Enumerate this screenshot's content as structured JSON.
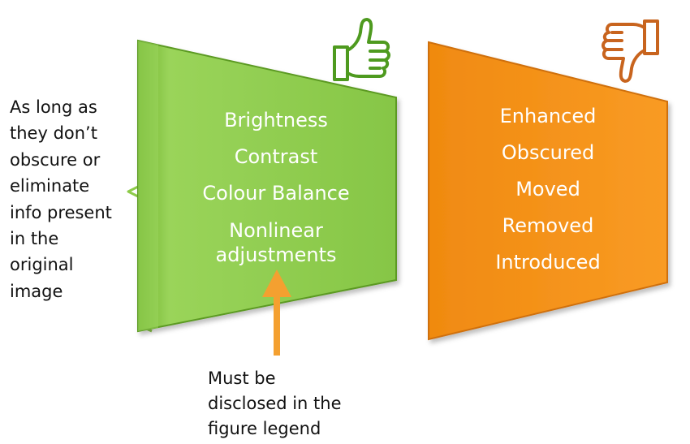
{
  "side_note": "As long as\nthey don’t\nobscure or\neliminate\ninfo present\nin the\noriginal\nimage",
  "bottom_note": "Must be\ndisclosed in the\nfigure legend",
  "allowed_panel": {
    "items": [
      "Brightness",
      "Contrast",
      "Colour Balance",
      "Nonlinear adjustments"
    ],
    "color": "#8dcb49"
  },
  "forbidden_panel": {
    "items": [
      "Enhanced",
      "Obscured",
      "Moved",
      "Removed",
      "Introduced"
    ],
    "color": "#f7941d"
  },
  "colors": {
    "green": "#8dcb49",
    "green_dark": "#5b9a23",
    "orange": "#f7941d",
    "orange_dark": "#cf6f0a",
    "arrow": "#f4a030",
    "thumb_up": "#4e9a1f",
    "thumb_down": "#c8641e"
  },
  "icons": {
    "approve": "thumbs-up-icon",
    "reject": "thumbs-down-icon"
  }
}
